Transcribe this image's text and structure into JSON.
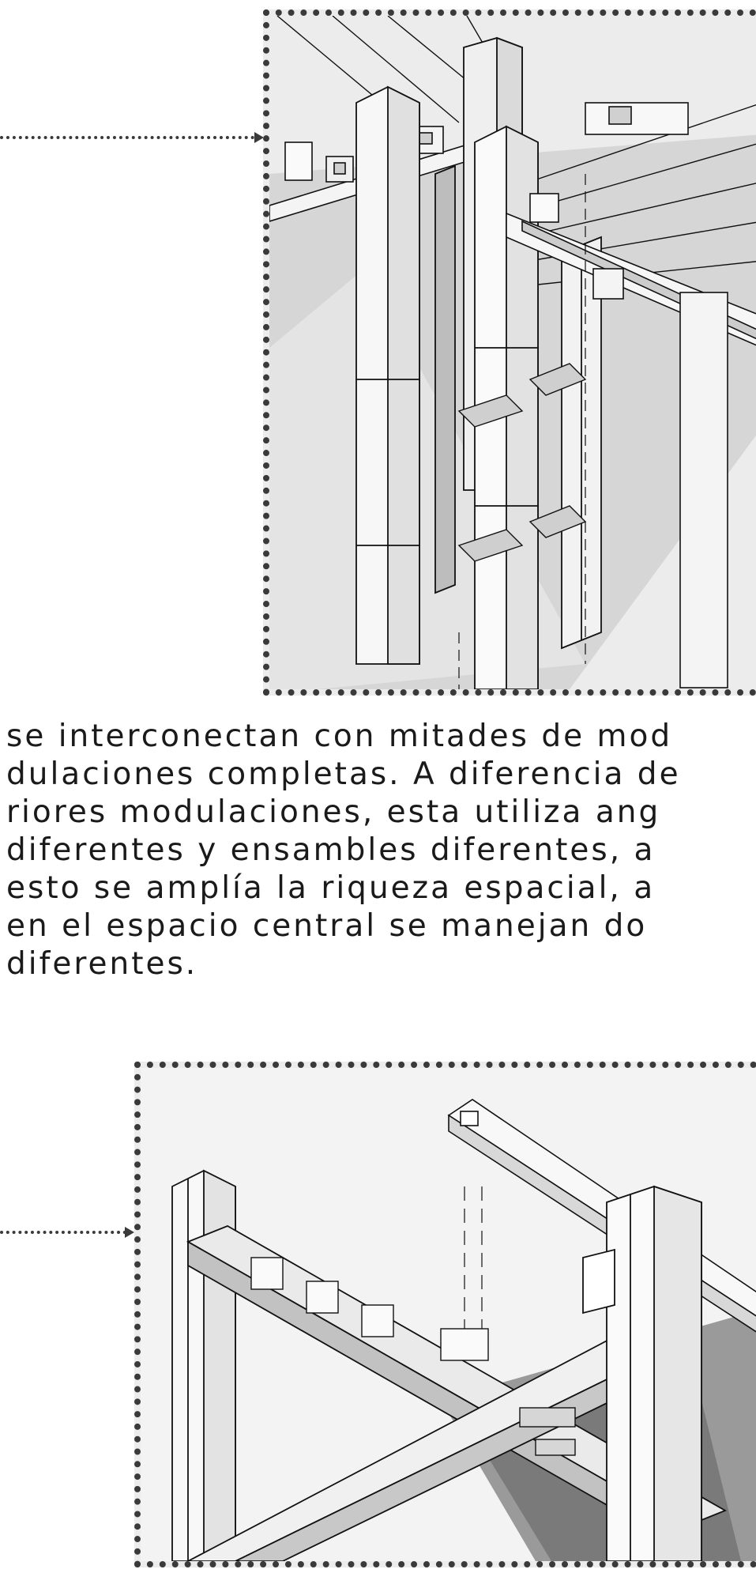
{
  "paragraph": {
    "lines": [
      "se interconectan con mitades de mod",
      "dulaciones completas. A diferencia de",
      "riores modulaciones, esta utiliza ang",
      "diferentes y ensambles diferentes, a",
      "esto se amplía la riqueza espacial, a",
      "en el espacio central se manejan do",
      "diferentes."
    ]
  },
  "illustrations": [
    {
      "name": "axonometric-columns-drawing",
      "style": "grayscale line drawing"
    },
    {
      "name": "axonometric-crossing-beams-drawing",
      "style": "grayscale line drawing"
    }
  ],
  "colors": {
    "ink": "#1a1a1a",
    "dots": "#3a3a3a",
    "shade": "#ececec"
  }
}
